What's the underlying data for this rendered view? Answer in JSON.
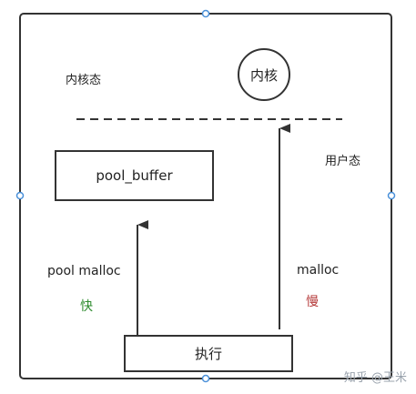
{
  "labels": {
    "kernel_mode": "内核态",
    "kernel": "内核",
    "user_mode": "用户态",
    "pool_buffer": "pool_buffer",
    "pool_malloc": "pool malloc",
    "fast": "快",
    "malloc": "malloc",
    "slow": "慢",
    "execute": "执行",
    "watermark": "知乎 @王米"
  },
  "colors": {
    "fast": "#2e8b2e",
    "slow": "#b53a3a",
    "stroke": "#333333",
    "handle": "#4a90d9"
  }
}
